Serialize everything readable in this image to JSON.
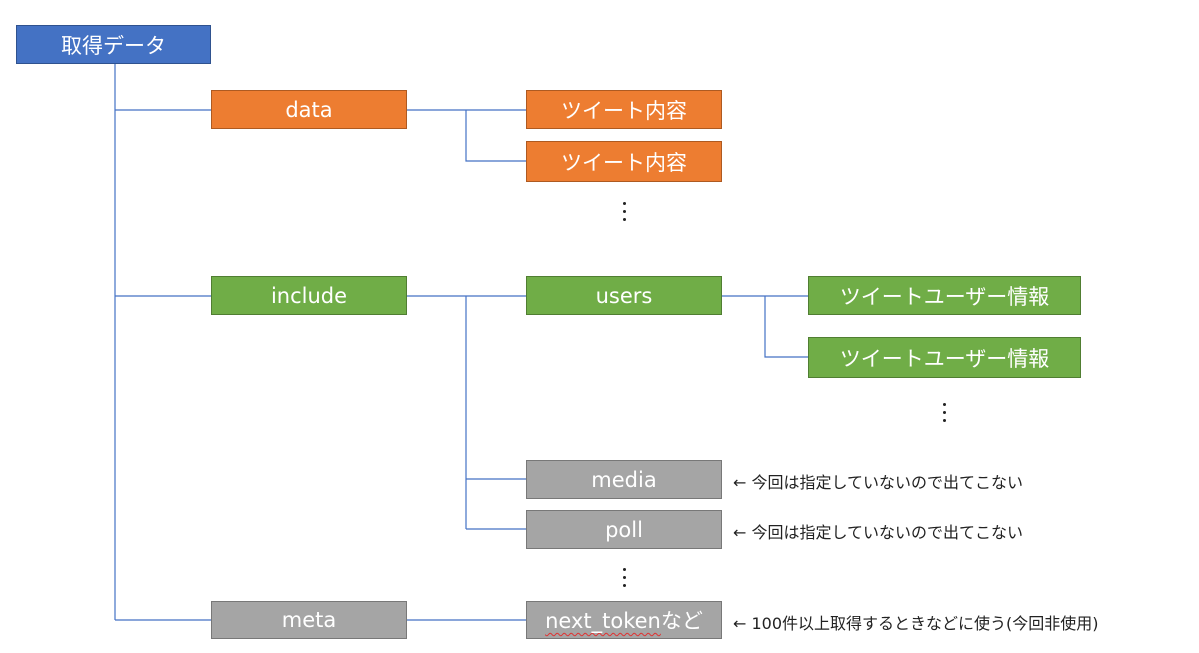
{
  "root": {
    "label": "取得データ"
  },
  "data": {
    "label": "data",
    "children": [
      "ツイート内容",
      "ツイート内容"
    ],
    "more": "⋮"
  },
  "include": {
    "label": "include",
    "users": {
      "label": "users",
      "children": [
        "ツイートユーザー情報",
        "ツイートユーザー情報"
      ],
      "more": "⋮"
    },
    "media": {
      "label": "media",
      "note": "← 今回は指定していないので出てこない"
    },
    "poll": {
      "label": "poll",
      "note": "← 今回は指定していないので出てこない"
    },
    "more": "⋮"
  },
  "meta": {
    "label": "meta",
    "child_prefix": "next_token",
    "child_suffix": "など",
    "note": "← 100件以上取得するときなどに使う(今回非使用)"
  },
  "colors": {
    "root": "#4472c4",
    "data": "#ed7d31",
    "include": "#70ad47",
    "optional": "#a5a5a5",
    "connector": "#4472c4"
  }
}
